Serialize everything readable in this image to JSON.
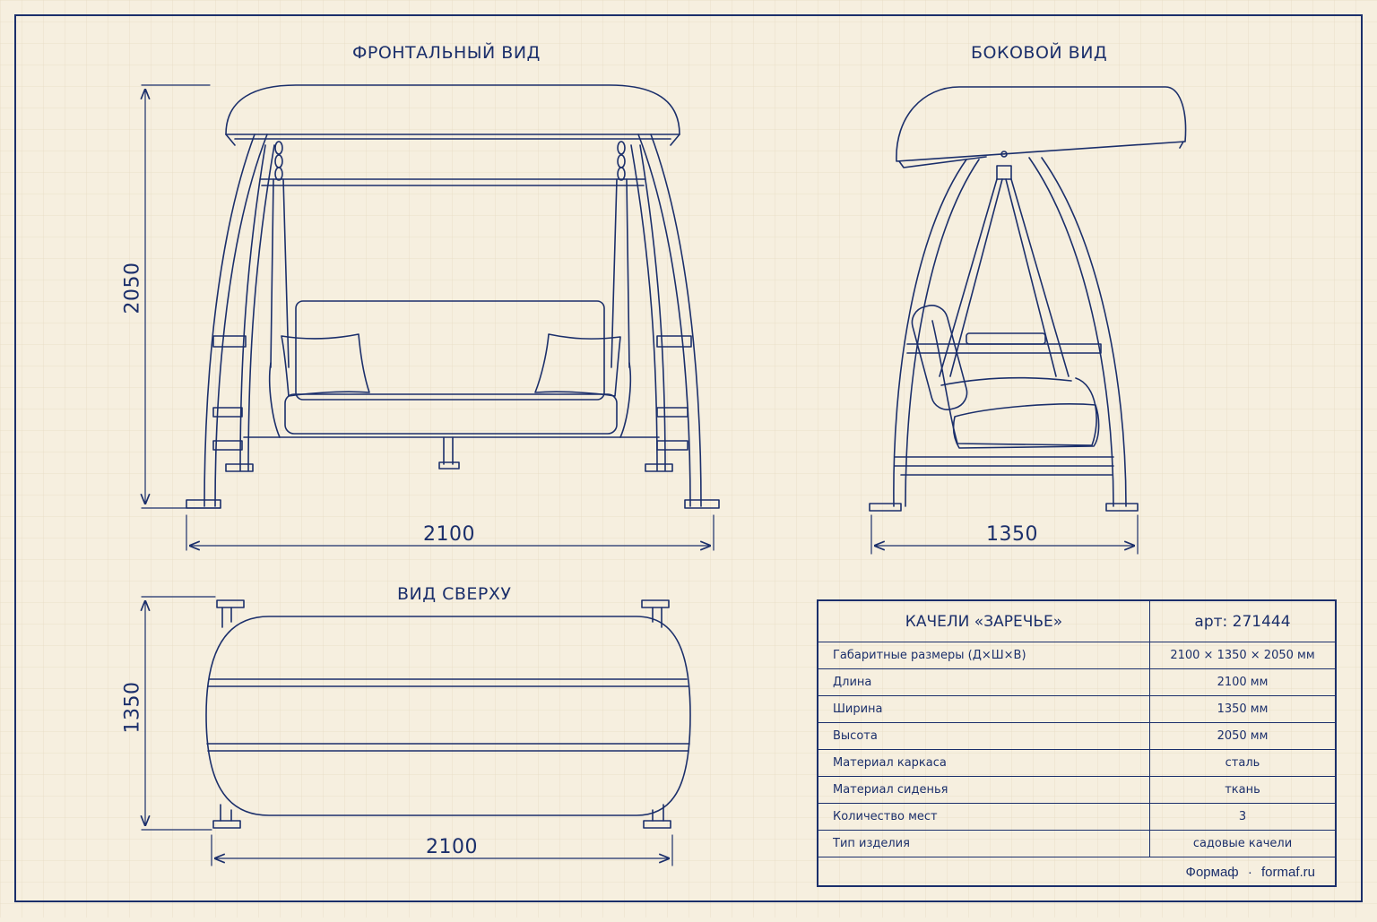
{
  "views": {
    "front": {
      "title": "ФРОНТАЛЬНЫЙ ВИД",
      "width_dim": "2100",
      "height_dim": "2050"
    },
    "side": {
      "title": "БОКОВОЙ ВИД",
      "width_dim": "1350"
    },
    "top": {
      "title": "ВИД СВЕРХУ",
      "width_dim": "2100",
      "depth_dim": "1350"
    }
  },
  "spec": {
    "product_name": "КАЧЕЛИ «ЗАРЕЧЬЕ»",
    "article": "арт: 271444",
    "rows": [
      {
        "label": "Габаритные размеры (Д×Ш×В)",
        "value": "2100 × 1350 × 2050 мм"
      },
      {
        "label": "Длина",
        "value": "2100 мм"
      },
      {
        "label": "Ширина",
        "value": "1350 мм"
      },
      {
        "label": "Высота",
        "value": "2050 мм"
      },
      {
        "label": "Материал каркаса",
        "value": "сталь"
      },
      {
        "label": "Материал сиденья",
        "value": "ткань"
      },
      {
        "label": "Количество мест",
        "value": "3"
      },
      {
        "label": "Тип изделия",
        "value": "садовые качели"
      }
    ],
    "brand": "Формаф",
    "separator": "·",
    "site": "formaf.ru"
  },
  "colors": {
    "ink": "#1b2f6b",
    "paper": "#f6efdf",
    "grid": "#e9dfc9"
  }
}
